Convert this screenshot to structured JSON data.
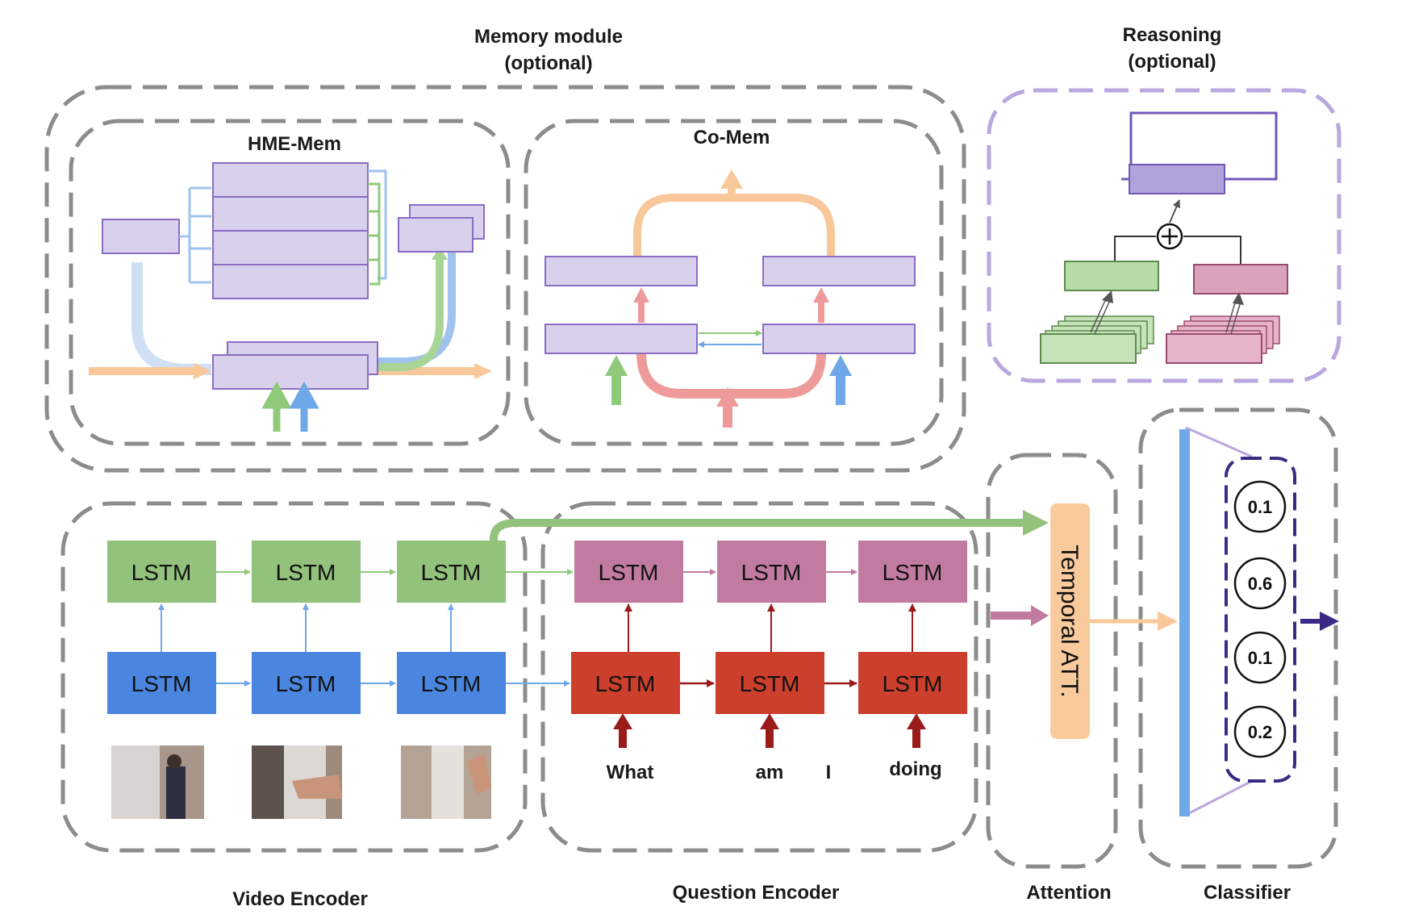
{
  "labels": {
    "memory_module_line1": "Memory module",
    "memory_module_line2": "(optional)",
    "reasoning_line1": "Reasoning",
    "reasoning_line2": "(optional)",
    "hme_mem": "HME-Mem",
    "co_mem": "Co-Mem",
    "video_encoder": "Video Encoder",
    "question_encoder": "Question Encoder",
    "attention": "Attention",
    "classifier": "Classifier",
    "temporal_att": "Temporal ATT."
  },
  "lstm_label": "LSTM",
  "question_words": [
    "What",
    "am",
    "I",
    "doing"
  ],
  "classifier_outputs": [
    "0.1",
    "0.6",
    "0.1",
    "0.2"
  ],
  "colors": {
    "dashed_border": "#8c8c8c",
    "reasoning_border": "#b9a7df",
    "memory_box": "#d9d0ec",
    "memory_box_border": "#8a6cc4",
    "video_top_lstm": "#92c27c",
    "video_bottom_lstm": "#4a86e0",
    "question_top_lstm": "#c27ba0",
    "question_bottom_lstm": "#cc3f2c",
    "temporal_att": "#f9cb9c",
    "orange_arrow": "#f9c89a",
    "pink_arrow": "#ef9a9a",
    "green_arrow": "#8fca7a",
    "blue_arrow": "#6fa8e8",
    "classifier_bar": "#6fa8e8",
    "output_arrow": "#3b2a85"
  }
}
